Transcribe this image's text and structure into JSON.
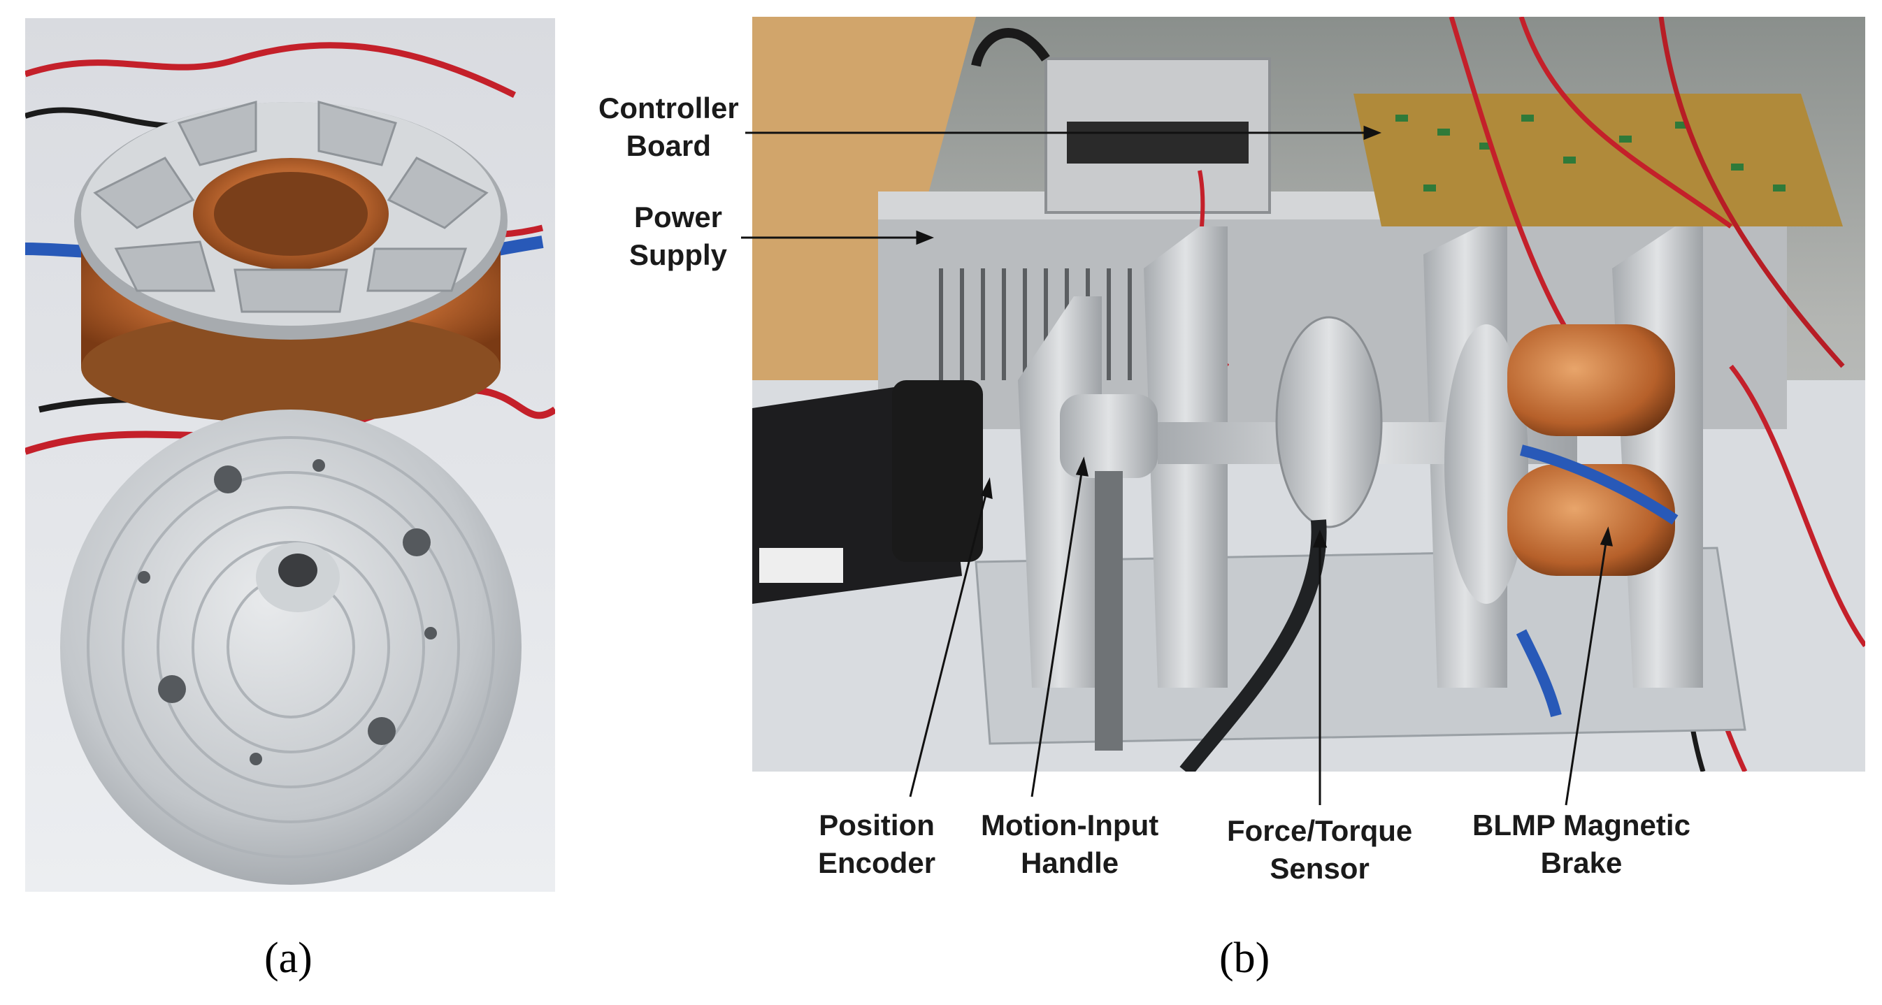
{
  "panel_a": {
    "caption": "(a)"
  },
  "panel_b": {
    "caption": "(b)",
    "labels": {
      "controller_board": [
        "Controller",
        "Board"
      ],
      "power_supply": [
        "Power",
        "Supply"
      ],
      "position_encoder": [
        "Position",
        "Encoder"
      ],
      "motion_input_handle": [
        "Motion-Input",
        "Handle"
      ],
      "force_torque_sensor": [
        "Force/Torque",
        "Sensor"
      ],
      "blmp_magnetic_brake": [
        "BLMP Magnetic",
        "Brake"
      ]
    }
  }
}
